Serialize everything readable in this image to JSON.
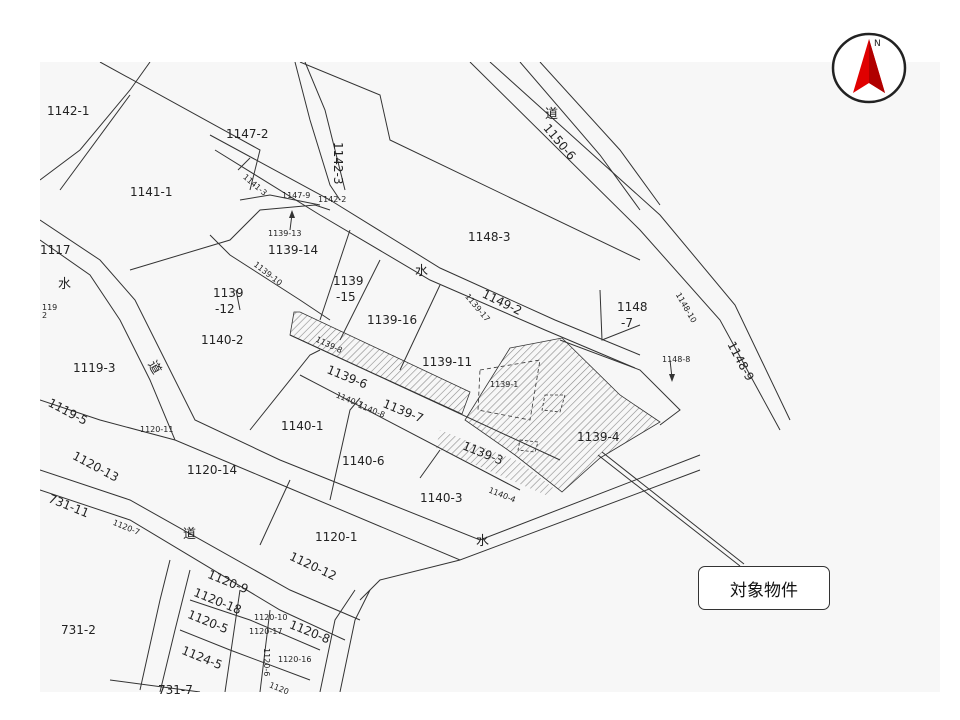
{
  "map": {
    "north_mark": "N",
    "target_callout": "対象物件",
    "highlight_color": "#b0b0b0",
    "compass_color": "#e00000",
    "road_labels": {
      "road_a": "道",
      "road_b": "道",
      "road_c": "道",
      "water_a": "水",
      "water_b": "水",
      "water_c": "水"
    },
    "lots": {
      "l1142_1": "1142-1",
      "l1147_2": "1147-2",
      "l1142_3": "1142-3",
      "l1150_6": "1150-6",
      "l1141_1": "1141-1",
      "l1141_3": "1141-3",
      "l1147_9": "1147-9",
      "l1142_2": "1142-2",
      "l1148_3": "1148-3",
      "l1139_13": "1139-13",
      "l1139_14": "1139-14",
      "l1117": "1117",
      "l1139_10": "1139-10",
      "l1139_15a": "1139",
      "l1139_15b": "-15",
      "l1139_12a": "1139",
      "l1139_12b": "-12",
      "l1149_2": "1149-2",
      "l1148_7a": "1148",
      "l1148_7b": "-7",
      "l1148_10": "1148-10",
      "l1139_17": "1139-17",
      "l1119a": "119",
      "l1119b": "2",
      "l1139_16": "1139-16",
      "l1140_2": "1140-2",
      "l1139_8": "1139-8",
      "l1139_11": "1139-11",
      "l1148_8": "1148-8",
      "l1148_9": "1148-9",
      "l1119_3": "1119-3",
      "l1139_1": "1139-1",
      "l1139_6": "1139-6",
      "l1140_7": "1140-7",
      "l1140_8": "1140-8",
      "l1139_7": "1139-7",
      "l1119_5": "1119-5",
      "l1120_11": "1120-11",
      "l1140_1": "1140-1",
      "l1139_4": "1139-4",
      "l1120_13": "1120-13",
      "l1140_6": "1140-6",
      "l1139_3": "1139-3",
      "l1120_14": "1120-14",
      "l1140_4": "1140-4",
      "l1140_3": "1140-3",
      "l731_11": "731-11",
      "l1120_7": "1120-7",
      "l1120_1": "1120-1",
      "l1120_12": "1120-12",
      "l1120_9": "1120-9",
      "l1120_18": "1120-18",
      "l1120_10": "1120-10",
      "l1120_5": "1120-5",
      "l1120_17": "1120-17",
      "l1120_6": "1120-6",
      "l1120_8": "1120-8",
      "l731_2": "731-2",
      "l1120_16": "1120-16",
      "l1124_5": "1124-5",
      "l731_7": "731-7",
      "l1120x": "1120"
    }
  }
}
